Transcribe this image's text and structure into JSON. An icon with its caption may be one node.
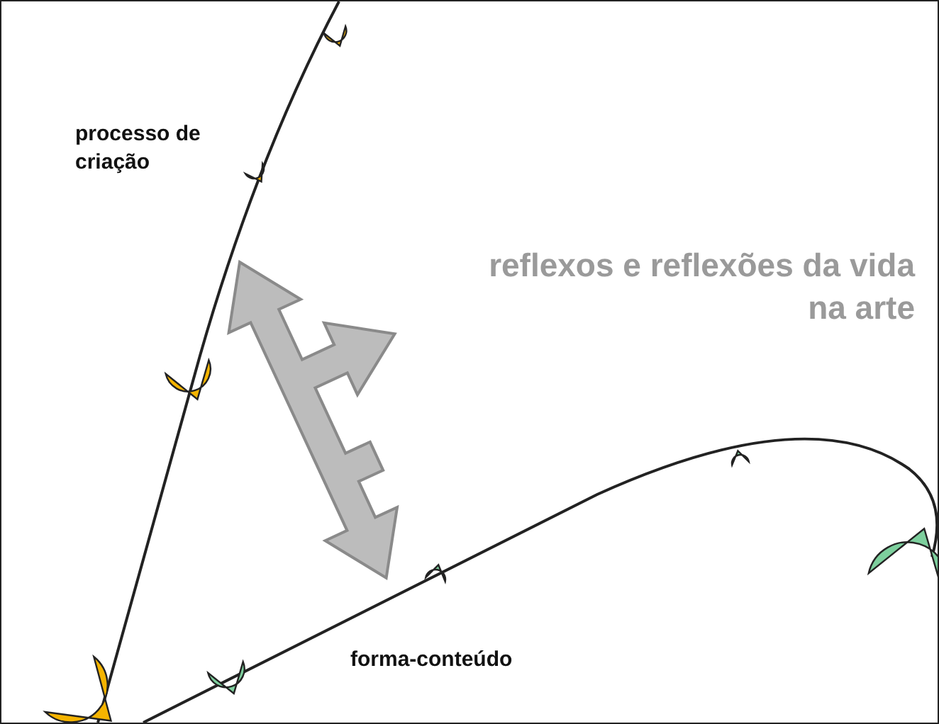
{
  "diagram": {
    "labels": [
      "processo de criação",
      "reflexos e reflexões da vida na arte",
      "forma-conteúdo"
    ]
  }
}
